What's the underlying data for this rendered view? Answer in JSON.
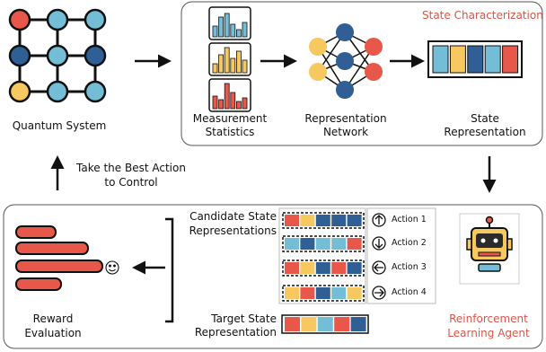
{
  "quantum_label": "Quantum System",
  "state_char_title": "State Characterization",
  "measurement_label": [
    "Measurement",
    "Statistics"
  ],
  "network_label": [
    "Representation",
    "Network"
  ],
  "state_repr_label": [
    "State",
    "Representation"
  ],
  "best_action_label": [
    "Take the Best Action",
    "to Control"
  ],
  "candidate_label": [
    "Candidate State",
    "Representations"
  ],
  "target_label": [
    "Target State",
    "Representation"
  ],
  "reward_label": [
    "Reward",
    "Evaluation"
  ],
  "agent_label": [
    "Reinforcement",
    "Learning Agent"
  ],
  "actions": [
    "Action 1",
    "Action 2",
    "Action 3",
    "Action 4"
  ],
  "colors": {
    "red": "#e8584a",
    "blue": "#74bdd6",
    "yellow": "#f6c85f",
    "navy": "#2f5f95",
    "accent": "#d9574a"
  }
}
